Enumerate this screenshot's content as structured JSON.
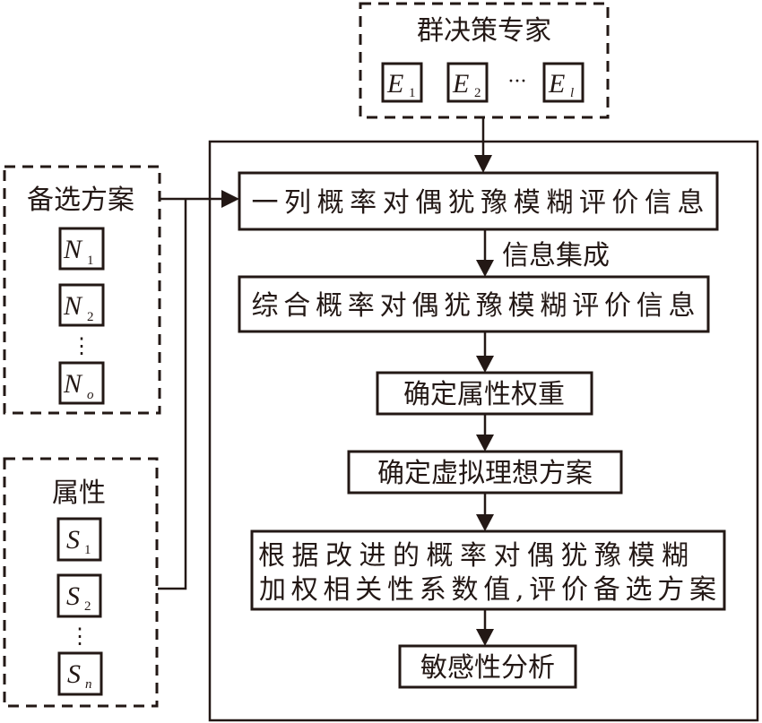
{
  "experts": {
    "title": "群决策专家",
    "items": [
      {
        "var": "E",
        "sub": "1"
      },
      {
        "var": "E",
        "sub": "2"
      },
      {
        "var": "E",
        "sub": "l"
      }
    ],
    "ellipsis": "···"
  },
  "alternatives": {
    "title": "备选方案",
    "items": [
      {
        "var": "N",
        "sub": "1"
      },
      {
        "var": "N",
        "sub": "2"
      },
      {
        "var": "N",
        "sub": "o"
      }
    ],
    "ellipsis": "⋮"
  },
  "attributes": {
    "title": "属性",
    "items": [
      {
        "var": "S",
        "sub": "1"
      },
      {
        "var": "S",
        "sub": "2"
      },
      {
        "var": "S",
        "sub": "n"
      }
    ],
    "ellipsis": "⋮"
  },
  "flow": {
    "step1": "一列概率对偶犹豫模糊评价信息",
    "edge_label": "信息集成",
    "step2": "综合概率对偶犹豫模糊评价信息",
    "step3": "确定属性权重",
    "step4": "确定虚拟理想方案",
    "step5_line1": "根据改进的概率对偶犹豫模糊",
    "step5_line2": "加权相关性系数值,评价备选方案",
    "step6": "敏感性分析"
  }
}
